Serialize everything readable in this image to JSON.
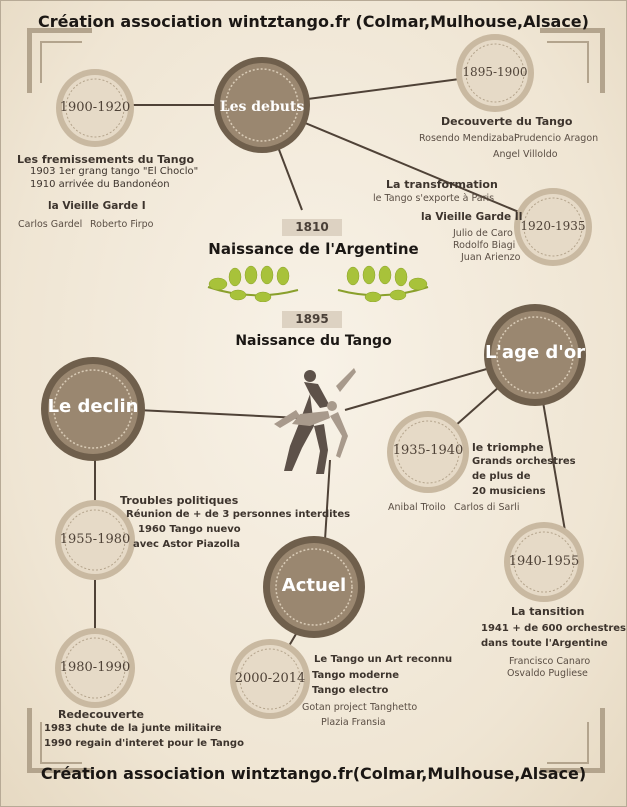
{
  "header_top": "Création association wintztango.fr (Colmar,Mulhouse,Alsace)",
  "header_bottom": "Création association wintztango.fr(Colmar,Mulhouse,Alsace)",
  "center": {
    "year1": "1810",
    "title1": "Naissance de l'Argentine",
    "year2": "1895",
    "title2": "Naissance du Tango"
  },
  "badges": {
    "debuts": "Les debuts",
    "y1900": "1900-1920",
    "y1895": "1895-1900",
    "y1920": "1920-1935",
    "agedor": "L'age d'or",
    "y1935": "1935-1940",
    "y1940": "1940-1955",
    "declin": "Le declin",
    "y1955": "1955-1980",
    "y1980": "1980-1990",
    "actuel": "Actuel",
    "y2000": "2000-2014"
  },
  "sections": {
    "fremissements": {
      "title": "Les fremissements du Tango",
      "line1": "1903 1er grang tango \"El Choclo\"",
      "line2": "1910 arrivée du Bandonéon",
      "sub": "la Vieille Garde I",
      "name1": "Carlos Gardel",
      "name2": "Roberto Firpo"
    },
    "decouverte": {
      "title": "Decouverte du Tango",
      "name1": "Rosendo Mendizabal",
      "name2": "Prudencio Aragon",
      "name3": "Angel Villoldo"
    },
    "transformation": {
      "title": "La transformation",
      "line1": "le Tango s'exporte à Paris",
      "sub": "la Vieille Garde II",
      "name1": "Julio de Caro",
      "name2": "Rodolfo Biagi",
      "name3": "Juan Arienzo"
    },
    "triomphe": {
      "title": "le triomphe",
      "line1": "Grands orchestres",
      "line2": "de plus de",
      "line3": "20 musiciens",
      "name1": "Anibal Troilo",
      "name2": "Carlos di Sarli"
    },
    "transition": {
      "title": "La tansition",
      "line1": "1941 + de 600 orchestres",
      "line2": "dans toute l'Argentine",
      "name1": "Francisco Canaro",
      "name2": "Osvaldo Pugliese"
    },
    "troubles": {
      "title": "Troubles politiques",
      "line1": "Réunion de + de 3 personnes interdites",
      "line2": "1960 Tango nuevo",
      "line3": "avec Astor Piazolla"
    },
    "redecouverte": {
      "title": "Redecouverte",
      "line1": "1983 chute de la junte militaire",
      "line2": "1990 regain d'interet pour le Tango"
    },
    "actuel": {
      "line1": "Le Tango un Art reconnu",
      "line2": "Tango moderne",
      "line3": "Tango electro",
      "name1": "Gotan project",
      "name2": "Tanghetto",
      "name3": "Plazia Fransia"
    }
  },
  "colors": {
    "dark_badge": "#8c7a64",
    "light_badge": "#d9cbb6",
    "leaf": "#a8c23a",
    "line": "#4f4237"
  },
  "icons": {
    "dancers": "tango-dancers-illustration",
    "laurel": "laurel-branch-icon"
  }
}
